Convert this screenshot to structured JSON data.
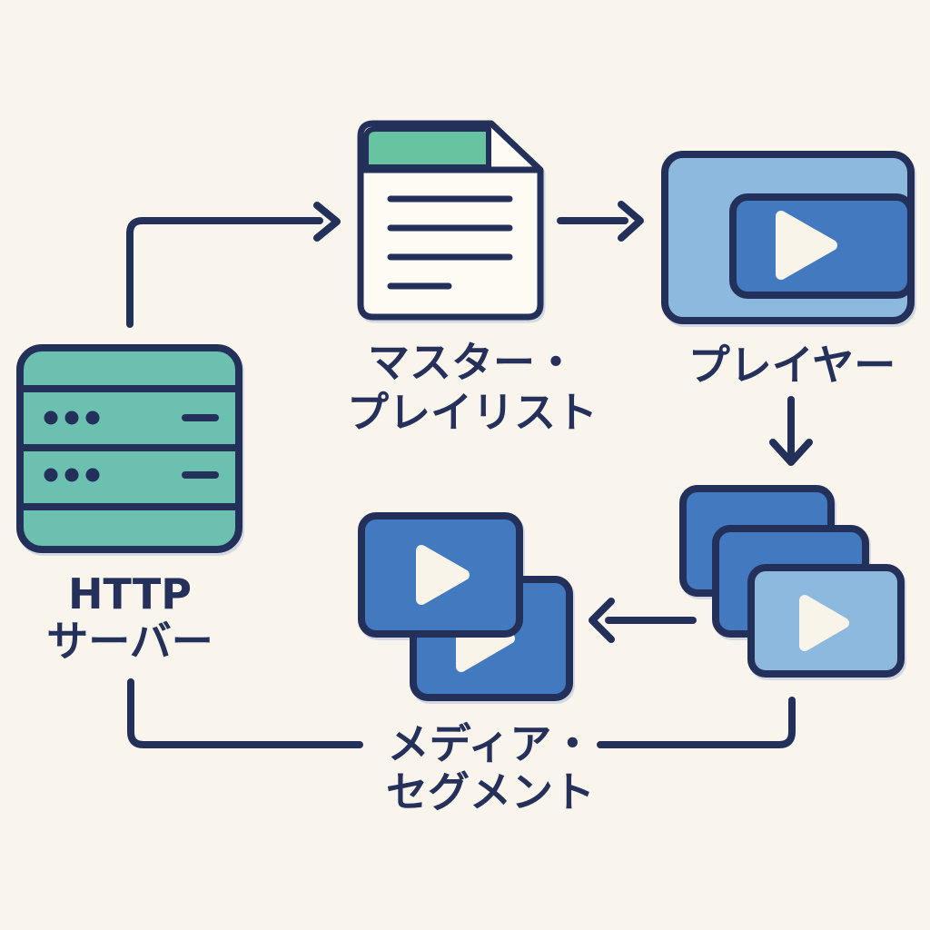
{
  "colors": {
    "bg": "#F9F5EC",
    "navy": "#22305A",
    "teal": "#6CC0AF",
    "green": "#67C3A0",
    "paper": "#FDFBF4",
    "light-blue": "#8DB9DE",
    "mid-blue": "#4379BE",
    "cream": "#F8F4EA",
    "text": "#25315A"
  },
  "nodes": {
    "http_server": {
      "icon": "server-icon",
      "lines": [
        "HTTP",
        "サーバー"
      ]
    },
    "master_playlist": {
      "icon": "playlist-document-icon",
      "lines": [
        "マスター・",
        "プレイリスト"
      ]
    },
    "player": {
      "icon": "video-player-icon",
      "lines": [
        "プレイヤー"
      ]
    },
    "media_segments": {
      "icon": "video-segments-icon",
      "lines": [
        "メディア・",
        "セグメント"
      ]
    }
  },
  "edges": [
    {
      "from": "http_server",
      "to": "master_playlist",
      "style": "arrow"
    },
    {
      "from": "master_playlist",
      "to": "player",
      "style": "arrow"
    },
    {
      "from": "player",
      "to": "media_segments_stack",
      "style": "arrow"
    },
    {
      "from": "media_segments_stack",
      "to": "media_segments",
      "style": "arrow"
    },
    {
      "from": "media_segments",
      "to": "http_server",
      "style": "line-loop"
    }
  ]
}
